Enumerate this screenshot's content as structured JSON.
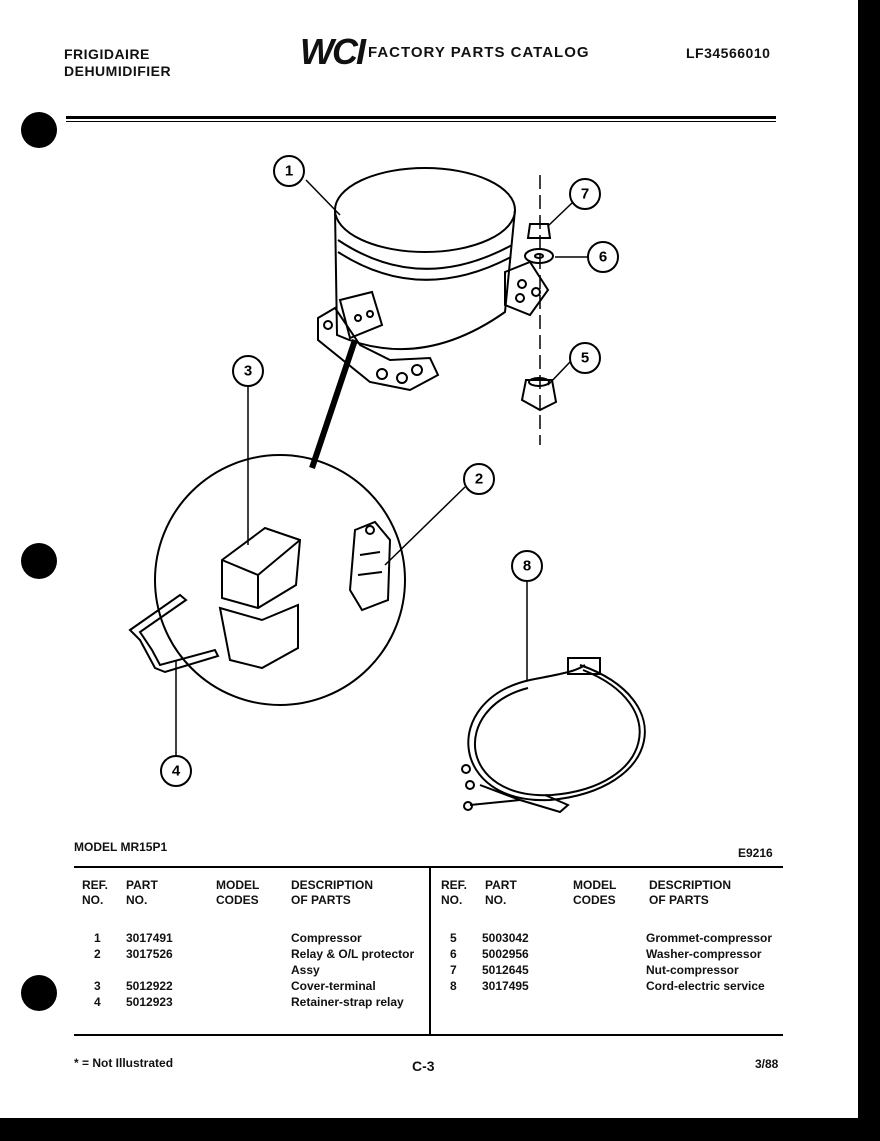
{
  "header": {
    "brand_line1": "FRIGIDAIRE",
    "brand_line2": "DEHUMIDIFIER",
    "logo": "WCI",
    "catalog_title": "FACTORY PARTS CATALOG",
    "catalog_number": "LF34566010"
  },
  "diagram": {
    "callouts": [
      "1",
      "2",
      "3",
      "4",
      "5",
      "6",
      "7",
      "8"
    ]
  },
  "model_line": "MODEL MR15P1",
  "diagram_code": "E9216",
  "table": {
    "headers": {
      "ref": [
        "REF.",
        "NO."
      ],
      "part": [
        "PART",
        "NO."
      ],
      "model": [
        "MODEL",
        "CODES"
      ],
      "desc": [
        "DESCRIPTION",
        "OF PARTS"
      ]
    },
    "left_rows": [
      {
        "ref": "1",
        "part": "3017491",
        "desc": "Compressor"
      },
      {
        "ref": "2",
        "part": "3017526",
        "desc": "Relay & O/L protector"
      },
      {
        "ref": "",
        "part": "",
        "desc": "Assy"
      },
      {
        "ref": "3",
        "part": "5012922",
        "desc": "Cover-terminal"
      },
      {
        "ref": "4",
        "part": "5012923",
        "desc": "Retainer-strap relay"
      }
    ],
    "right_rows": [
      {
        "ref": "5",
        "part": "5003042",
        "desc": "Grommet-compressor"
      },
      {
        "ref": "6",
        "part": "5002956",
        "desc": "Washer-compressor"
      },
      {
        "ref": "7",
        "part": "5012645",
        "desc": "Nut-compressor"
      },
      {
        "ref": "8",
        "part": "3017495",
        "desc": "Cord-electric service"
      }
    ]
  },
  "footer": {
    "note": "* = Not Illustrated",
    "page": "C-3",
    "date": "3/88"
  }
}
